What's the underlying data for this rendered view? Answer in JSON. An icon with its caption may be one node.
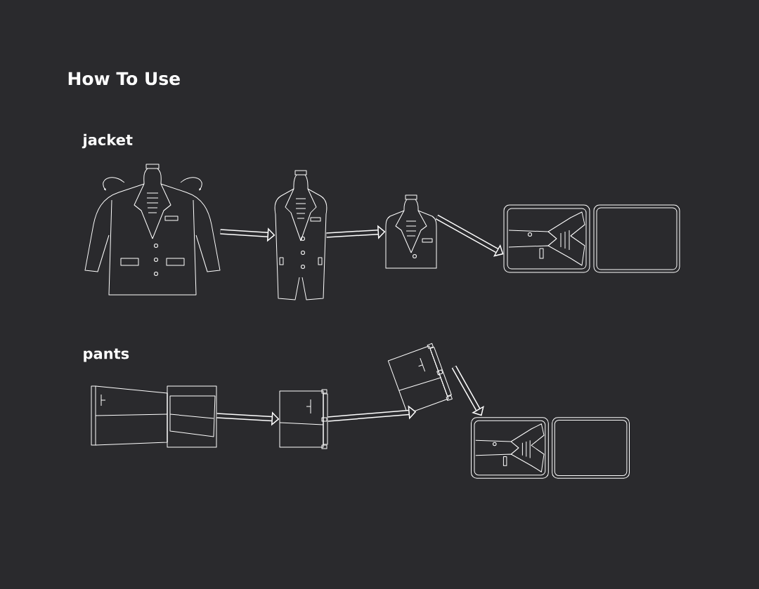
{
  "diagram": {
    "title": "How To Use",
    "nodes": [
      {
        "text": [],
        "shape": "picture"
      },
      {
        "text": [],
        "shape": "picture"
      },
      {
        "text": [],
        "shape": "picture"
      },
      {
        "text": [],
        "shape": "picture"
      },
      {
        "text": [],
        "shape": "picture"
      },
      {
        "text": [],
        "shape": "picture"
      },
      {
        "text": [],
        "shape": "picture"
      },
      {
        "text": [],
        "shape": "picture"
      }
    ],
    "edges": [
      {
        "from": 0,
        "to": 1,
        "arrow": "to"
      },
      {
        "from": 1,
        "to": 2,
        "arrow": "to"
      },
      {
        "from": 2,
        "to": 3,
        "arrow": "to"
      },
      {
        "from": 4,
        "to": 5,
        "arrow": "to"
      },
      {
        "from": 5,
        "to": 6,
        "arrow": "to"
      },
      {
        "from": 6,
        "to": 7,
        "arrow": "to"
      }
    ],
    "labels": [
      "jacket",
      "pants"
    ]
  }
}
